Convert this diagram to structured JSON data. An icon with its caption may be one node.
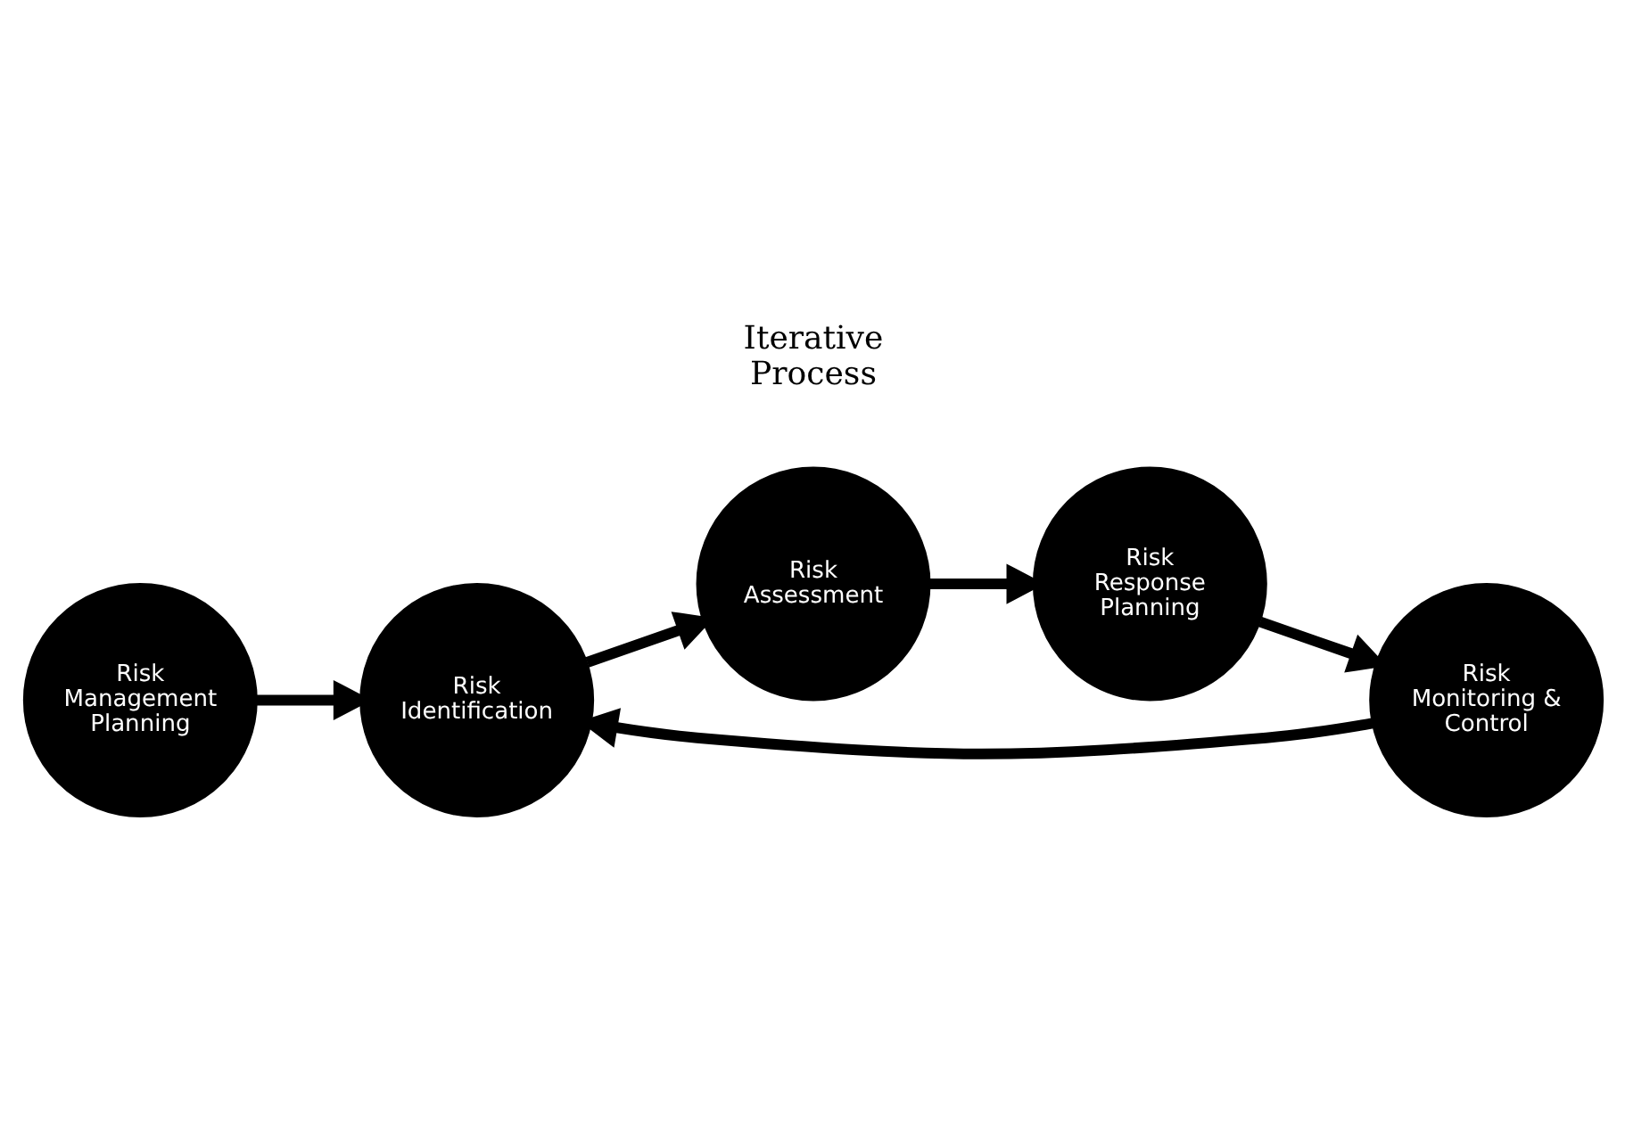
{
  "diagram": {
    "nodes": [
      {
        "text": [
          "Risk Management Planning"
        ]
      },
      {
        "text": [
          "Risk Identification"
        ]
      },
      {
        "text": [
          "Risk Assessment"
        ]
      },
      {
        "text": [
          "Risk Response Planning"
        ]
      },
      {
        "text": [
          "Risk Monitoring & Control"
        ]
      }
    ],
    "edges": [
      {
        "from": 0,
        "to": 1,
        "arrow": "to"
      },
      {
        "from": 1,
        "to": 2,
        "arrow": "to"
      },
      {
        "from": 2,
        "to": 3,
        "arrow": "to"
      },
      {
        "from": 3,
        "to": 4,
        "arrow": "to"
      },
      {
        "from": 4,
        "to": 1,
        "arrow": "to"
      }
    ],
    "labels": [
      "Iterative Process"
    ]
  }
}
